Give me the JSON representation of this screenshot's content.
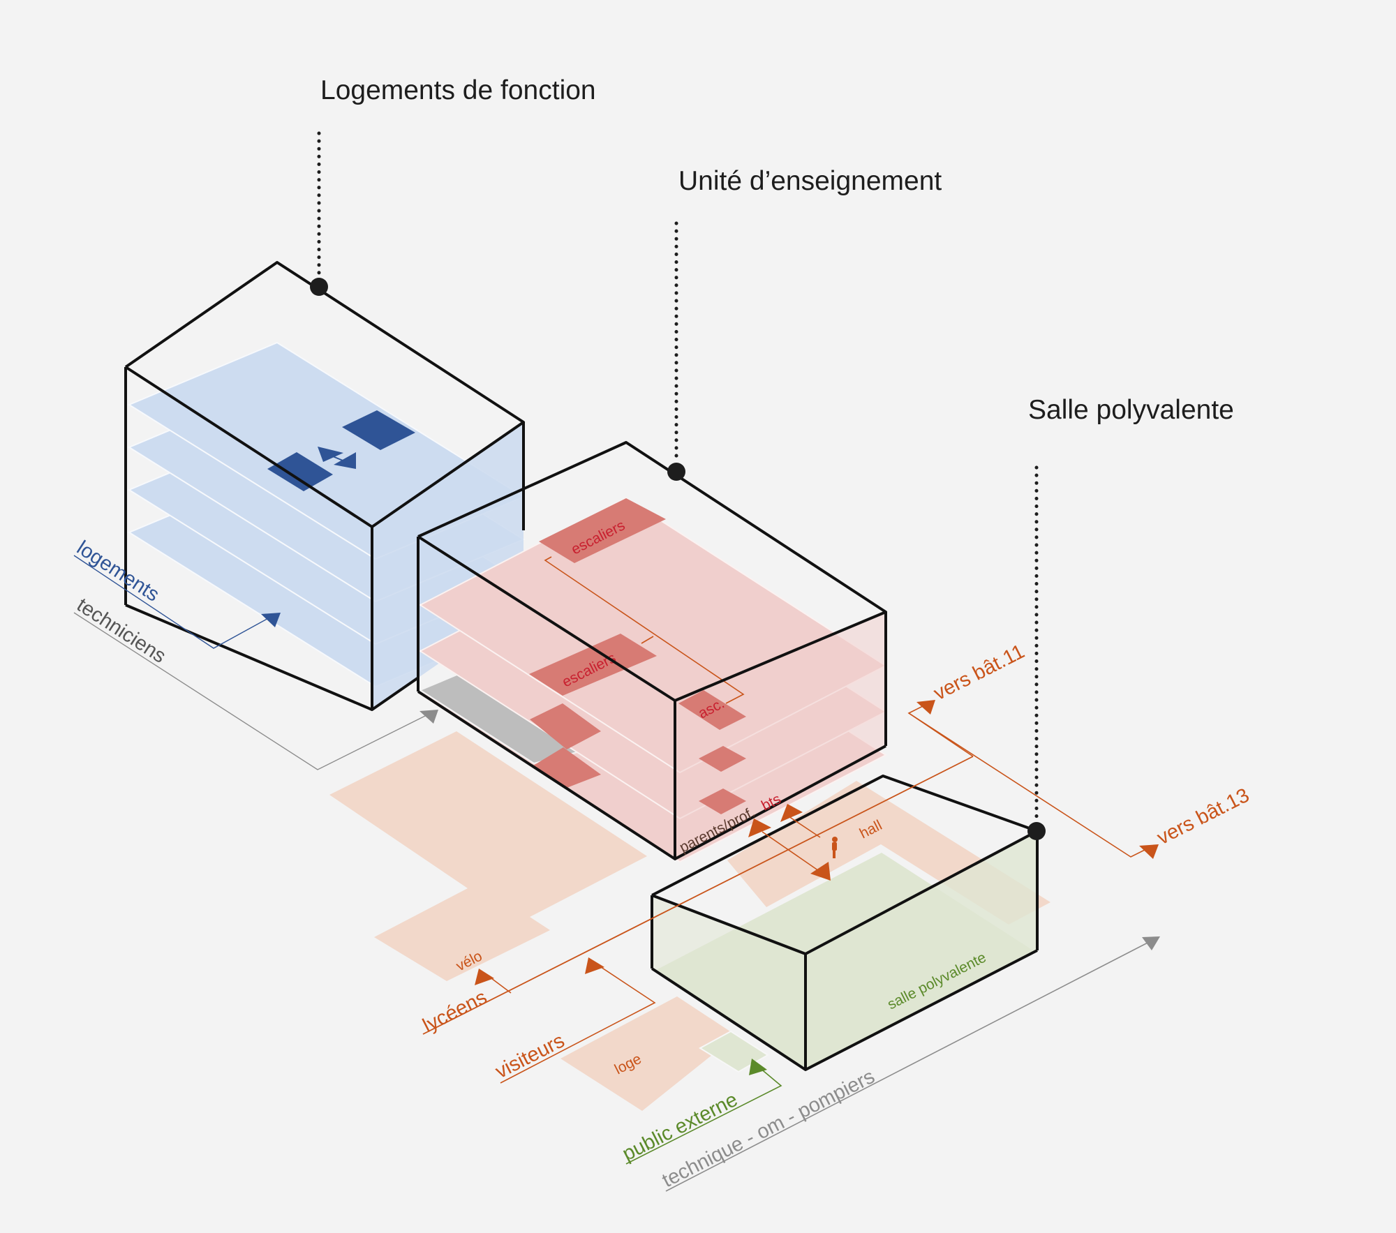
{
  "titles": {
    "housing": "Logements de fonction",
    "teaching": "Unité d’enseignement",
    "hall": "Salle polyvalente"
  },
  "labels": {
    "logements": "logements",
    "techniciens": "techniciens",
    "escaliers_top": "escaliers",
    "escaliers_mid": "escaliers",
    "asc": "asc.",
    "parents_prof": "parents/prof.",
    "bts": "bts",
    "hall": "hall",
    "velo": "vélo",
    "lyceens": "lycéens",
    "visiteurs": "visiteurs",
    "loge": "loge",
    "public_externe": "public externe",
    "technique": "technique - om - pompiers",
    "salle_polyvalente": "salle polyvalente",
    "vers_bat_11": "vers bât.11",
    "vers_bat_13": "vers bât.13"
  },
  "colors": {
    "background": "#f3f3f3",
    "housing_floor": "#cddcf0",
    "housing_accent": "#2f5496",
    "teaching_floor": "#f0cfcd",
    "teaching_accent": "#d77b74",
    "teaching_text": "#c8202f",
    "flow_orange": "#c9541a",
    "ground_orange": "#f2d8ca",
    "hall_green": "#dfe6d2",
    "green_text": "#5b8a2a",
    "technical_gray": "#8c8c8c",
    "storage_gray": "#bdbdbd"
  }
}
